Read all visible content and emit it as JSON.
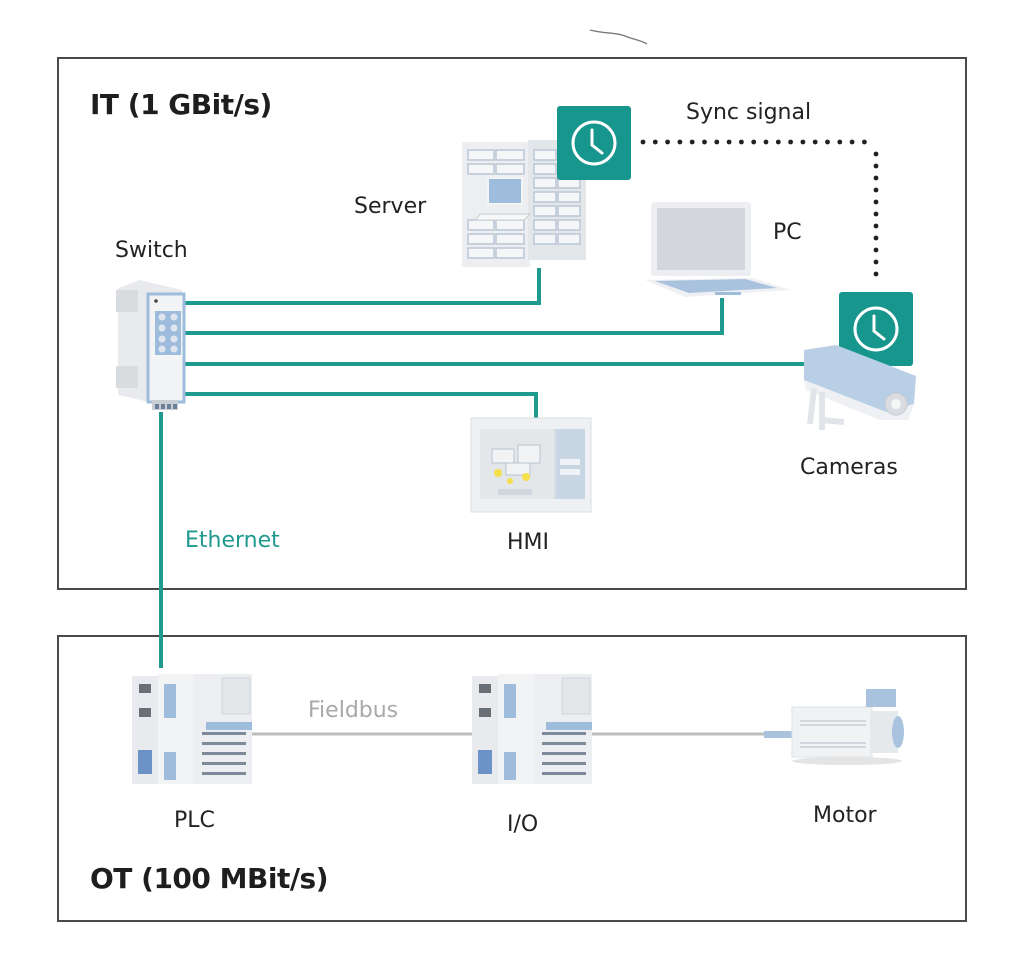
{
  "zones": {
    "it": {
      "title": "IT (1 GBit/s)"
    },
    "ot": {
      "title": "OT (100 MBit/s)"
    }
  },
  "devices": {
    "switch": {
      "label": "Switch",
      "icon": "network-switch-icon"
    },
    "server": {
      "label": "Server",
      "icon": "server-rack-icon"
    },
    "pc": {
      "label": "PC",
      "icon": "laptop-icon"
    },
    "cameras": {
      "label": "Cameras",
      "icon": "security-camera-icon"
    },
    "hmi": {
      "label": "HMI",
      "icon": "touch-panel-icon"
    },
    "plc": {
      "label": "PLC",
      "icon": "plc-module-icon"
    },
    "io": {
      "label": "I/O",
      "icon": "io-module-icon"
    },
    "motor": {
      "label": "Motor",
      "icon": "servo-motor-icon"
    }
  },
  "connections": {
    "sync": {
      "label": "Sync signal",
      "style": "dotted"
    },
    "ethernet": {
      "label": "Ethernet",
      "color": "#1f9a8f"
    },
    "fieldbus": {
      "label": "Fieldbus",
      "color": "#b5b5b5"
    }
  },
  "colors": {
    "ethernet": "#1f9a8f",
    "clock_badge": "#17968e",
    "device_accent": "#9ebcdc",
    "border": "#4a4a4a"
  }
}
